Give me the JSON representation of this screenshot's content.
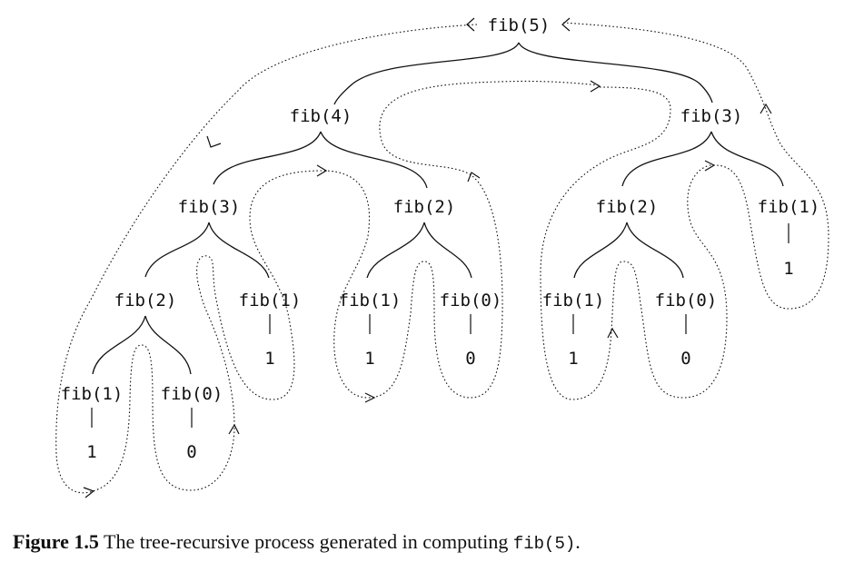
{
  "diagram": {
    "nodes": [
      {
        "id": "n1",
        "text": "fib(5)"
      },
      {
        "id": "n2",
        "text": "fib(4)"
      },
      {
        "id": "n3",
        "text": "fib(3)"
      },
      {
        "id": "n4",
        "text": "fib(3)"
      },
      {
        "id": "n5",
        "text": "fib(2)"
      },
      {
        "id": "n6",
        "text": "fib(2)"
      },
      {
        "id": "n7",
        "text": "fib(1)"
      },
      {
        "id": "n8",
        "text": "fib(2)"
      },
      {
        "id": "n9",
        "text": "fib(1)"
      },
      {
        "id": "n10",
        "text": "fib(1)"
      },
      {
        "id": "n11",
        "text": "fib(0)"
      },
      {
        "id": "n12",
        "text": "fib(1)"
      },
      {
        "id": "n13",
        "text": "fib(0)"
      },
      {
        "id": "n14",
        "text": "fib(1)"
      },
      {
        "id": "n15",
        "text": "fib(0)"
      }
    ],
    "leaf_values": [
      {
        "of": "n7",
        "value": "1"
      },
      {
        "of": "n9",
        "value": "1"
      },
      {
        "of": "n10",
        "value": "1"
      },
      {
        "of": "n11",
        "value": "0"
      },
      {
        "of": "n12",
        "value": "1"
      },
      {
        "of": "n13",
        "value": "0"
      },
      {
        "of": "n14",
        "value": "1"
      },
      {
        "of": "n15",
        "value": "0"
      }
    ]
  },
  "caption": {
    "label": "Figure 1.5",
    "text": "The tree-recursive process generated in computing",
    "code": "fib(5)",
    "end": "."
  }
}
